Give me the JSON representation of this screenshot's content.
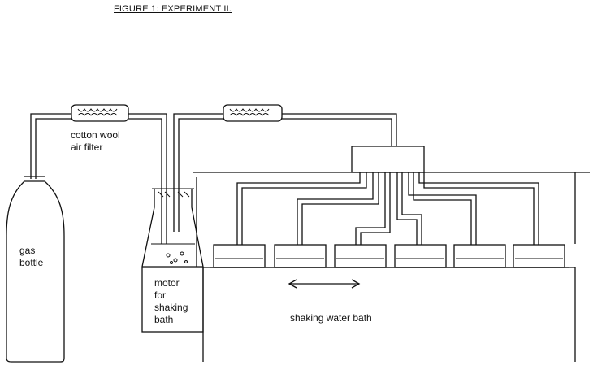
{
  "title": "FIGURE 1: EXPERIMENT II.",
  "labels": {
    "filter_line1": "cotton wool",
    "filter_line2": "air filter",
    "gas_line1": "gas",
    "gas_line2": "bottle",
    "motor_line1": "motor",
    "motor_line2": "for",
    "motor_line3": "shaking",
    "motor_line4": "bath",
    "bath": "shaking water bath"
  },
  "components": [
    "gas bottle",
    "cotton wool air filter",
    "second air filter",
    "humidifier flask",
    "manifold",
    "culture flasks",
    "motor for shaking bath",
    "shaking water bath",
    "shaking direction arrow"
  ],
  "flask_count": 6
}
